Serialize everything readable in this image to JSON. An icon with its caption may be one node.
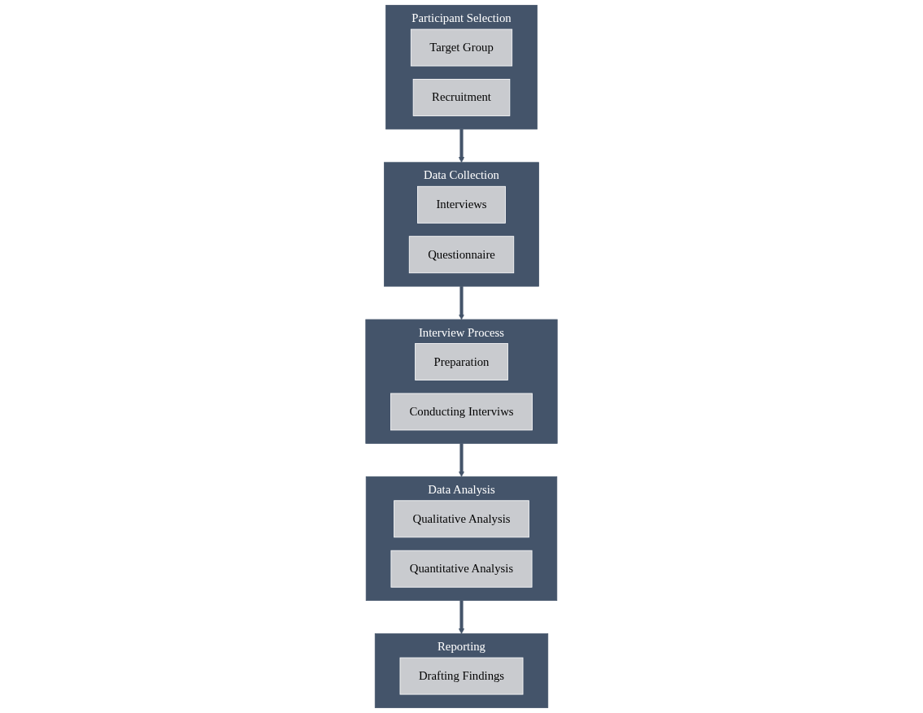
{
  "diagram": {
    "nodes": [
      {
        "text": [
          "Participant Selection"
        ]
      },
      {
        "text": [
          "Target Group"
        ],
        "in": 0
      },
      {
        "text": [
          "Recruitment"
        ],
        "in": 0
      },
      {
        "text": [
          "Data Collection"
        ]
      },
      {
        "text": [
          "Interviews"
        ],
        "in": 3
      },
      {
        "text": [
          "Questionnaire"
        ],
        "in": 3
      },
      {
        "text": [
          "Interview Process"
        ]
      },
      {
        "text": [
          "Preparation"
        ],
        "in": 6
      },
      {
        "text": [
          "Conducting Interviws"
        ],
        "in": 6
      },
      {
        "text": [
          "Data Analysis"
        ]
      },
      {
        "text": [
          "Qualitative Analysis"
        ],
        "in": 9
      },
      {
        "text": [
          "Quantitative Analysis"
        ],
        "in": 9
      },
      {
        "text": [
          "Reporting"
        ]
      },
      {
        "text": [
          "Drafting Findings"
        ],
        "in": 12
      }
    ],
    "edges": [
      {
        "from": 0,
        "to": 3,
        "arrow": "to"
      },
      {
        "from": 3,
        "to": 6,
        "arrow": "to"
      },
      {
        "from": 6,
        "to": 9,
        "arrow": "to"
      },
      {
        "from": 9,
        "to": 12,
        "arrow": "to"
      }
    ]
  }
}
